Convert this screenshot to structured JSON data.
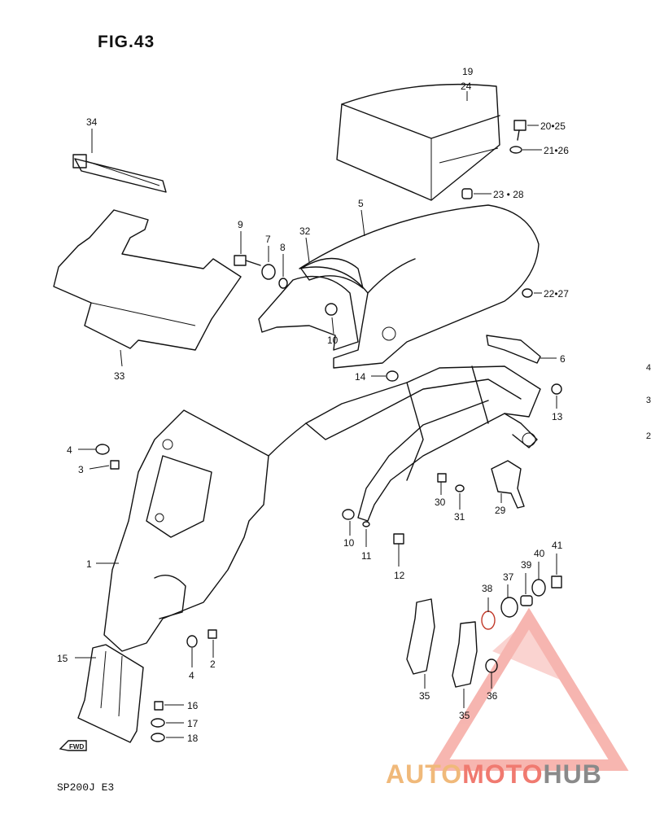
{
  "figure": {
    "title": "FIG.43",
    "footer": "SP200J  E3"
  },
  "watermark": {
    "auto": "AUTO",
    "moto": "MOTO",
    "hub": "HUB",
    "accent_color": "#f07a70",
    "secondary_color": "#f0b97a"
  },
  "fwd_label": "FWD",
  "part_labels": [
    {
      "id": "34",
      "text": "34"
    },
    {
      "id": "33",
      "text": "33"
    },
    {
      "id": "9",
      "text": "9"
    },
    {
      "id": "7",
      "text": "7"
    },
    {
      "id": "8",
      "text": "8"
    },
    {
      "id": "32",
      "text": "32"
    },
    {
      "id": "5",
      "text": "5"
    },
    {
      "id": "10a",
      "text": "10"
    },
    {
      "id": "19",
      "text": "19"
    },
    {
      "id": "24",
      "text": "24"
    },
    {
      "id": "20-25",
      "text": "20•25"
    },
    {
      "id": "21-26",
      "text": "21•26"
    },
    {
      "id": "23-28",
      "text": "23 • 28"
    },
    {
      "id": "22-27",
      "text": "22•27"
    },
    {
      "id": "6",
      "text": "6"
    },
    {
      "id": "14",
      "text": "14"
    },
    {
      "id": "13",
      "text": "13"
    },
    {
      "id": "4a",
      "text": "4"
    },
    {
      "id": "3",
      "text": "3"
    },
    {
      "id": "1",
      "text": "1"
    },
    {
      "id": "30",
      "text": "30"
    },
    {
      "id": "31",
      "text": "31"
    },
    {
      "id": "29",
      "text": "29"
    },
    {
      "id": "10b",
      "text": "10"
    },
    {
      "id": "11",
      "text": "11"
    },
    {
      "id": "12",
      "text": "12"
    },
    {
      "id": "4b",
      "text": "4"
    },
    {
      "id": "2",
      "text": "2"
    },
    {
      "id": "15",
      "text": "15"
    },
    {
      "id": "16",
      "text": "16"
    },
    {
      "id": "17",
      "text": "17"
    },
    {
      "id": "18",
      "text": "18"
    },
    {
      "id": "35a",
      "text": "35"
    },
    {
      "id": "35b",
      "text": "35"
    },
    {
      "id": "36",
      "text": "36"
    },
    {
      "id": "38",
      "text": "38"
    },
    {
      "id": "37",
      "text": "37"
    },
    {
      "id": "39",
      "text": "39"
    },
    {
      "id": "40",
      "text": "40"
    },
    {
      "id": "41",
      "text": "41"
    }
  ],
  "edge_marks": [
    "4",
    "3",
    "2"
  ]
}
